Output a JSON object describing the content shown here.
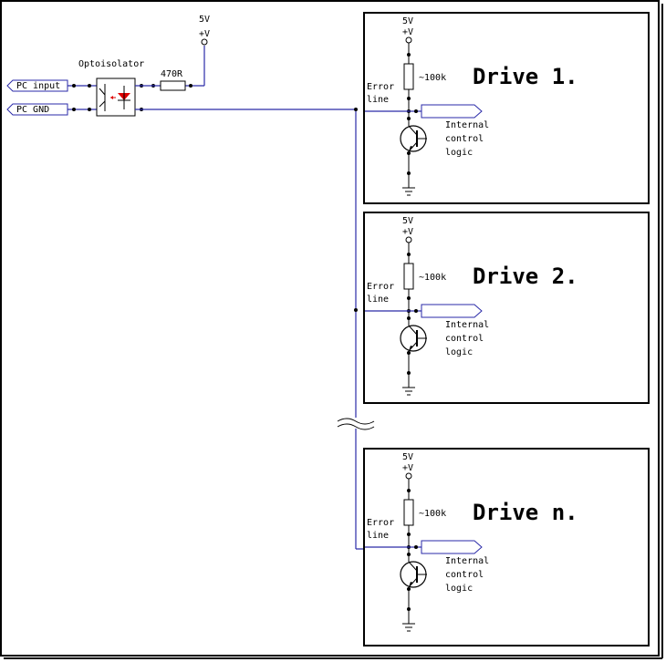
{
  "input_labels": {
    "pc_input": "PC input",
    "pc_gnd": "PC GND"
  },
  "optoisolator": {
    "label": "Optoisolator"
  },
  "resistor": {
    "label": "470R"
  },
  "supply": {
    "voltage": "5V",
    "rail": "+V"
  },
  "drives": [
    {
      "title": "Drive 1.",
      "voltage": "5V",
      "rail": "+V",
      "pullup": "~100k",
      "error_line": [
        "Error",
        "line"
      ],
      "logic": [
        "Internal",
        "control",
        "logic"
      ]
    },
    {
      "title": "Drive 2.",
      "voltage": "5V",
      "rail": "+V",
      "pullup": "~100k",
      "error_line": [
        "Error",
        "line"
      ],
      "logic": [
        "Internal",
        "control",
        "logic"
      ]
    },
    {
      "title": "Drive n.",
      "voltage": "5V",
      "rail": "+V",
      "pullup": "~100k",
      "error_line": [
        "Error",
        "line"
      ],
      "logic": [
        "Internal",
        "control",
        "logic"
      ]
    }
  ],
  "colors": {
    "wire": "#2a2aa8",
    "ink": "#000000",
    "led": "#dd0000"
  }
}
